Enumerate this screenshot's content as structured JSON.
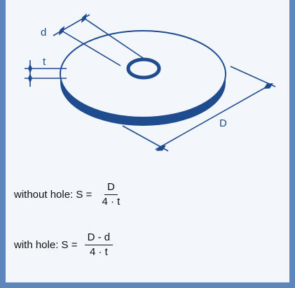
{
  "diagram": {
    "labels": {
      "hole_diameter": "d",
      "thickness": "t",
      "outer_diameter": "D"
    }
  },
  "formulas": [
    {
      "prefix": "without hole: S = ",
      "numerator": "D",
      "denominator": "4 · t"
    },
    {
      "prefix": "with hole: S = ",
      "numerator": "D - d",
      "denominator": "4 · t"
    }
  ],
  "colors": {
    "stroke": "#1f4c8f",
    "frame": "#5d86bd",
    "background": "#f3f6fb"
  }
}
